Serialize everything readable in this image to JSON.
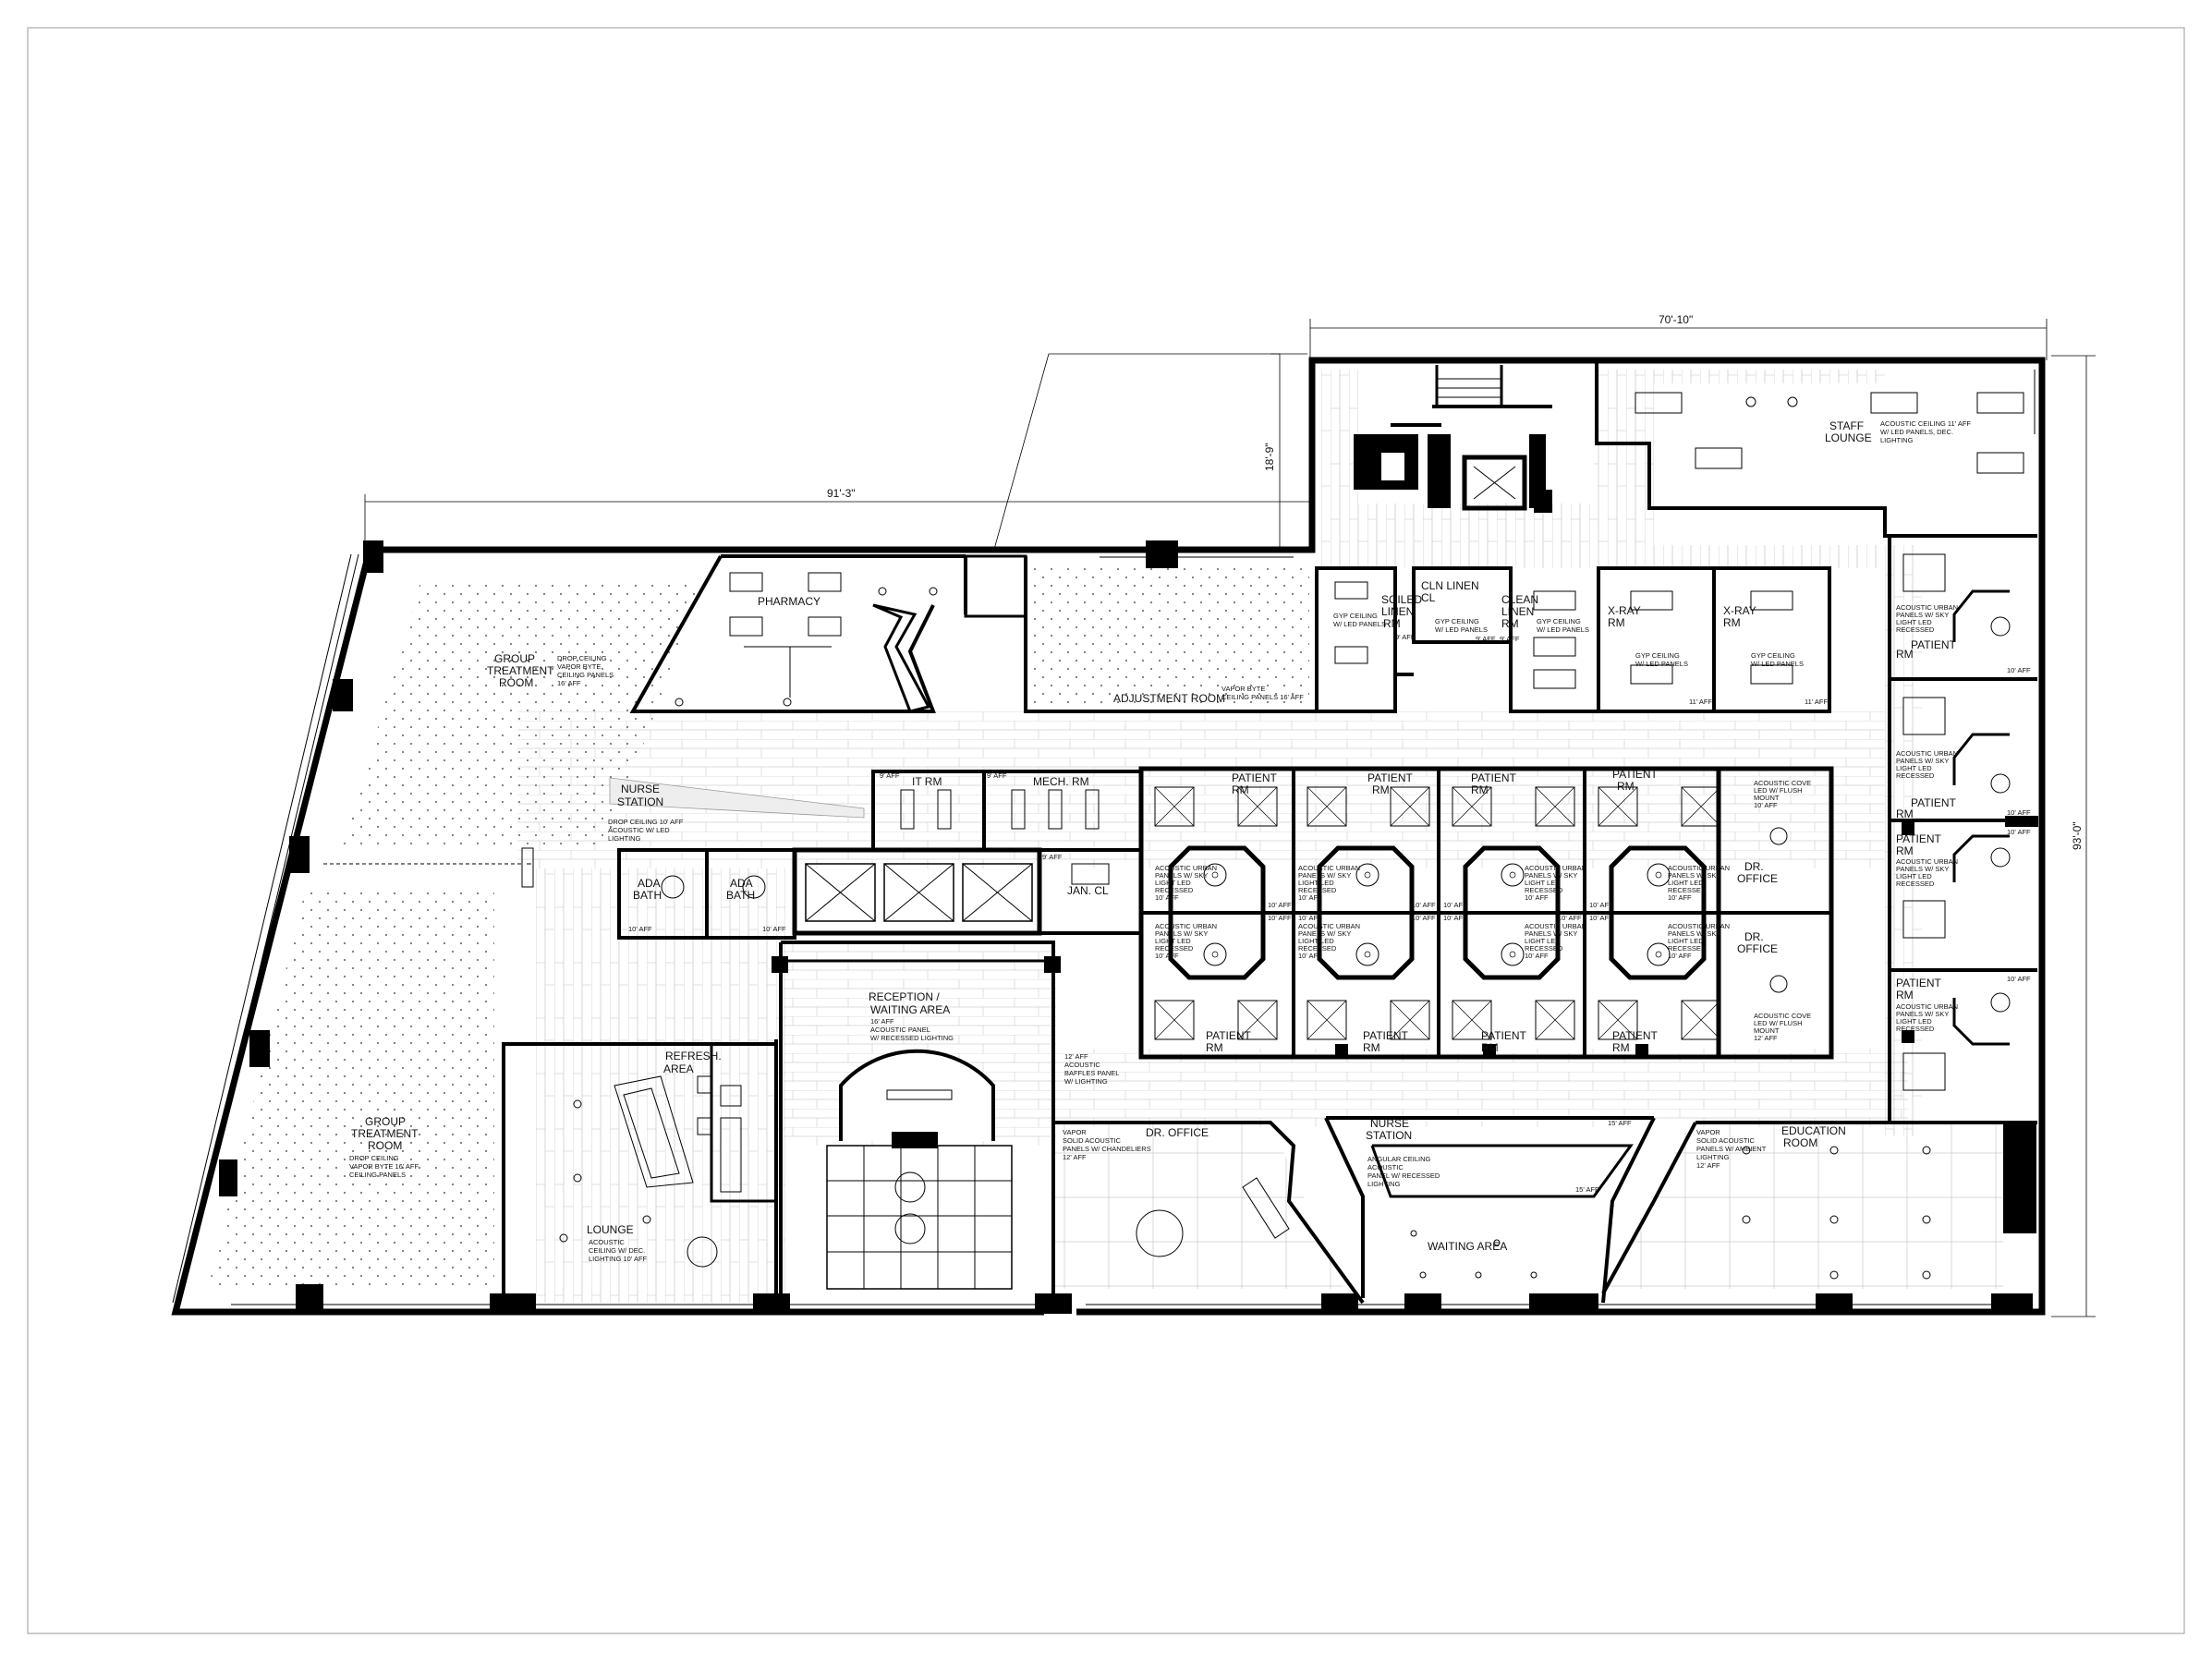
{
  "dimensions": {
    "top_width": "70'-10\"",
    "left_width": "91'-3\"",
    "stair_depth": "18'-9\"",
    "overall_height": "93'-0\""
  },
  "rooms": {
    "staff_lounge": {
      "name_1": "STAFF",
      "name_2": "LOUNGE",
      "note_1": "ACOUSTIC CEILING   11' AFF",
      "note_2": "W/ LED PANELS, DEC.",
      "note_3": "LIGHTING"
    },
    "pharmacy": {
      "name": "PHARMACY"
    },
    "group_treatment_top": {
      "name_1": "GROUP",
      "name_2": "TREATMENT",
      "name_3": "ROOM",
      "note_1": "DROP CEILING",
      "note_2": "VAPOR BYTE",
      "note_3": "CEILING PANELS",
      "note_4": "16' AFF"
    },
    "adjustment_room": {
      "name": "ADJUSTMENT ROOM",
      "note_1": "VAPOR BYTE",
      "note_2": "CEILING PANELS 16' AFF"
    },
    "soiled_linen": {
      "name_1": "SOILED",
      "name_2": "LINEN",
      "name_3": "RM",
      "note_1": "GYP CEILING",
      "note_2": "W/ LED PANELS",
      "height": "9' AFF"
    },
    "cln_linen": {
      "name_1": "CLN LINEN",
      "name_2": "CL",
      "note_1": "GYP CEILING",
      "note_2": "W/ LED PANELS",
      "height": "9' AFF"
    },
    "clean_linen": {
      "name_1": "CLEAN",
      "name_2": "LINEN",
      "name_3": "RM",
      "note_1": "GYP CEILING",
      "note_2": "W/ LED PANELS",
      "height": "9' AFF"
    },
    "xray_1": {
      "name_1": "X-RAY",
      "name_2": "RM",
      "note_1": "GYP CEILING",
      "note_2": "W/ LED PANELS",
      "height": "11' AFF"
    },
    "xray_2": {
      "name_1": "X-RAY",
      "name_2": "RM",
      "note_1": "GYP CEILING",
      "note_2": "W/ LED PANELS",
      "height": "11' AFF"
    },
    "nurse_station_left": {
      "name_1": "NURSE",
      "name_2": "STATION",
      "note_1": "DROP CEILING  10' AFF",
      "note_2": "ACOUSTIC W/ LED",
      "note_3": "LIGHTING"
    },
    "it_rm": {
      "name": "IT RM",
      "height": "9' AFF"
    },
    "mech_rm": {
      "name": "MECH. RM",
      "height": "9' AFF"
    },
    "ada_bath_1": {
      "name_1": "ADA",
      "name_2": "BATH",
      "height": "10' AFF"
    },
    "ada_bath_2": {
      "name_1": "ADA",
      "name_2": "BATH",
      "height": "10' AFF"
    },
    "jan_cl": {
      "name": "JAN. CL",
      "height": "9' AFF"
    },
    "reception": {
      "name_1": "RECEPTION /",
      "name_2": "WAITING AREA",
      "note_1": "16' AFF",
      "note_2": "ACOUSTIC PANEL",
      "note_3": "W/ RECESSED LIGHTING"
    },
    "refresh_area": {
      "name_1": "REFRESH.",
      "name_2": "AREA"
    },
    "lounge": {
      "name": "LOUNGE",
      "note_1": "ACOUSTIC",
      "note_2": "CEILING W/ DEC.",
      "note_3": "LIGHTING  10' AFF"
    },
    "group_treatment_bottom": {
      "name_1": "GROUP",
      "name_2": "TREATMENT",
      "name_3": "ROOM",
      "note_1": "DROP CEILING",
      "note_2": "VAPOR BYTE    16' AFF",
      "note_3": "CEILING PANELS"
    },
    "corridor_note": {
      "note_1": "12' AFF",
      "note_2": "ACOUSTIC",
      "note_3": "BAFFLES PANEL",
      "note_4": "W/ LIGHTING"
    },
    "dr_office_bottom": {
      "name": "DR. OFFICE",
      "note_1": "VAPOR",
      "note_2": "SOLID ACOUSTIC",
      "note_3": "PANELS W/ CHANDELIERS",
      "note_4": "12' AFF"
    },
    "nurse_station_center": {
      "name_1": "NURSE",
      "name_2": "STATION",
      "height": "15' AFF",
      "note_1": "ANGULAR CEILING",
      "note_2": "ACOUSTIC",
      "note_3": "PANEL W/ RECESSED",
      "note_4": "LIGHTING",
      "height_2": "15' AFF"
    },
    "waiting_area": {
      "name": "WAITING AREA"
    },
    "education_room": {
      "name_1": "EDUCATION",
      "name_2": "ROOM",
      "note_1": "VAPOR",
      "note_2": "SOLID ACOUSTIC",
      "note_3": "PANELS W/ AMBIENT",
      "note_4": "LIGHTING",
      "note_5": "12' AFF"
    },
    "patient_label": {
      "name_1": "PATIENT",
      "name_2": "RM"
    },
    "patient_note": {
      "note_1": "ACOUSTIC URBAN",
      "note_2": "PANELS W/ SKY",
      "note_3": "LIGHT LED",
      "note_4": "RECESSED",
      "note_5": "10' AFF"
    },
    "patient_height": "10' AFF",
    "dr_office_1": {
      "name_1": "DR.",
      "name_2": "OFFICE",
      "note_1": "ACOUSTIC COVE",
      "note_2": "LED W/ FLUSH",
      "note_3": "MOUNT",
      "note_4": "10' AFF"
    },
    "dr_office_2": {
      "name_1": "DR.",
      "name_2": "OFFICE",
      "note_1": "ACOUSTIC COVE",
      "note_2": "LED W/ FLUSH",
      "note_3": "MOUNT",
      "note_4": "12' AFF"
    }
  }
}
